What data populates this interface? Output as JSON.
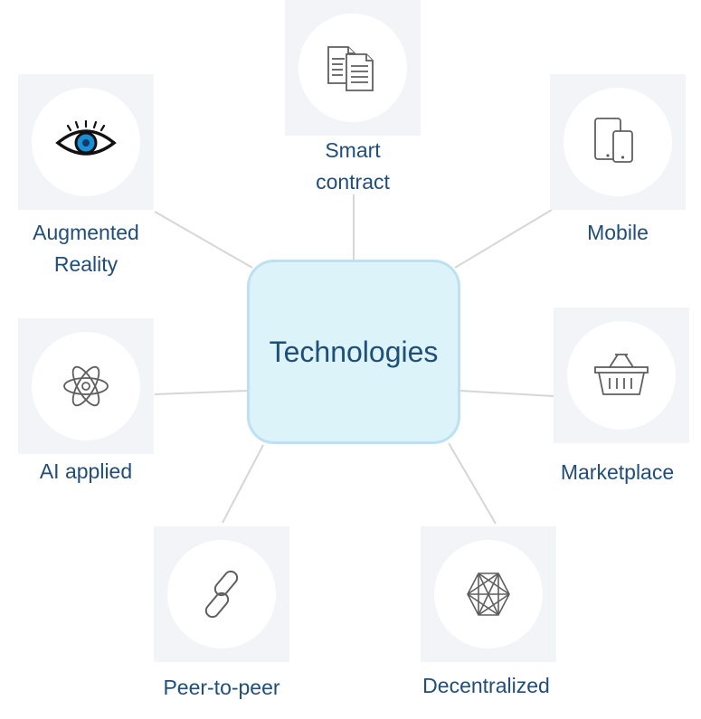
{
  "center": {
    "title": "Technologies"
  },
  "nodes": [
    {
      "id": "smart-contract",
      "label": "Smart\ncontract",
      "icon": "documents-icon"
    },
    {
      "id": "mobile",
      "label": "Mobile",
      "icon": "devices-icon"
    },
    {
      "id": "marketplace",
      "label": "Marketplace",
      "icon": "basket-icon"
    },
    {
      "id": "decentralized",
      "label": "Decentralized",
      "icon": "hexagon-network-icon"
    },
    {
      "id": "peer-to-peer",
      "label": "Peer-to-peer",
      "icon": "chain-link-icon"
    },
    {
      "id": "ai-applied",
      "label": "AI applied",
      "icon": "atom-icon"
    },
    {
      "id": "augmented-reality",
      "label": "Augmented\nReality",
      "icon": "eye-icon"
    }
  ],
  "colors": {
    "label_text": "#1f4e79",
    "hub_fill": "#dbf3f9",
    "hub_border": "#bde0f2",
    "tile_background": "#f3f4f8",
    "connector": "#d6d6d6",
    "eye_iris": "#1b8fd6"
  }
}
